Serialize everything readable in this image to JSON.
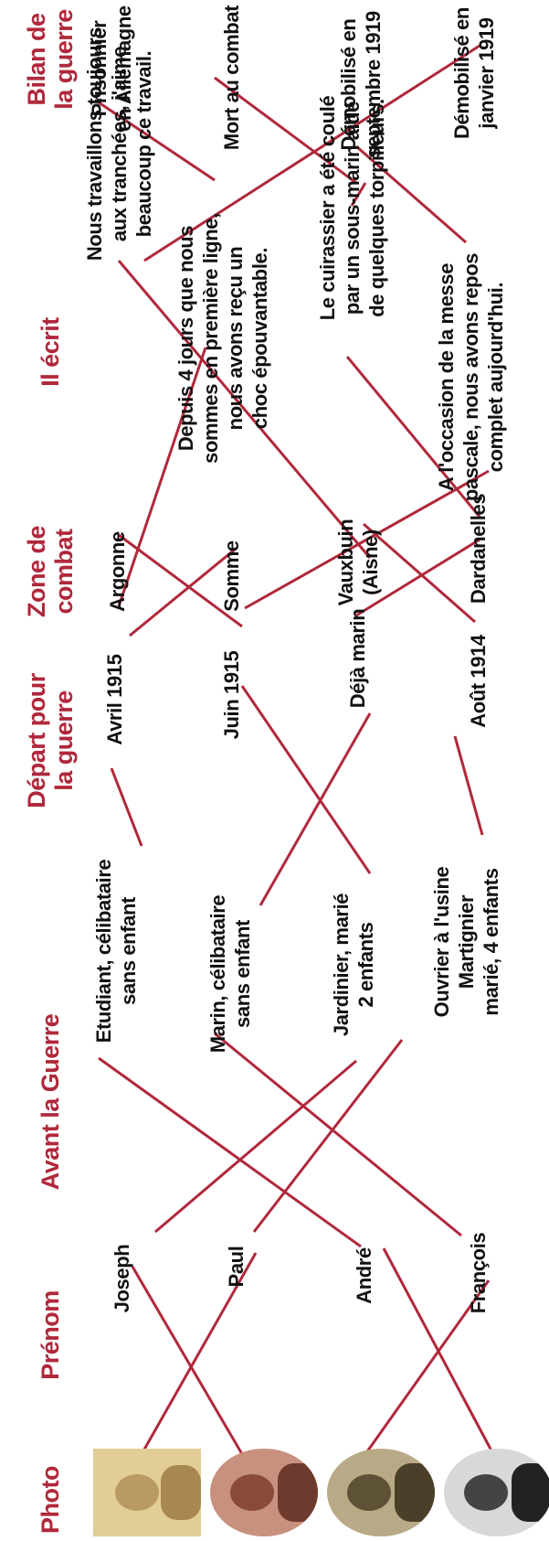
{
  "headers": {
    "photo": [
      "Photo"
    ],
    "prenom": [
      "Prénom"
    ],
    "avant": [
      "Avant la Guerre"
    ],
    "depart": [
      "Départ pour",
      "la guerre"
    ],
    "zone": [
      "Zone de",
      "combat"
    ],
    "ecrit": [
      "Il écrit"
    ],
    "bilan": [
      "Bilan de",
      "la guerre"
    ]
  },
  "photos": [
    {
      "name": "Joseph",
      "tone": "#d9c089"
    },
    {
      "name": "Paul",
      "tone": "#b07060"
    },
    {
      "name": "André",
      "tone": "#8a7a55"
    },
    {
      "name": "François",
      "tone": "#9a9a9a"
    }
  ],
  "prenom": [
    [
      "Joseph"
    ],
    [
      "Paul"
    ],
    [
      "André"
    ],
    [
      "François"
    ]
  ],
  "avant": [
    [
      "Etudiant, célibataire",
      "sans enfant"
    ],
    [
      "Marin, célibataire",
      "sans enfant"
    ],
    [
      "Jardinier, marié",
      "2 enfants"
    ],
    [
      "Ouvrier à l'usine",
      "Martignier",
      "marié, 4 enfants"
    ]
  ],
  "depart": [
    [
      "Avril 1915"
    ],
    [
      "Juin 1915"
    ],
    [
      "Déjà marin"
    ],
    [
      "Août 1914"
    ]
  ],
  "zone": [
    [
      "Argonne"
    ],
    [
      "Somme"
    ],
    [
      "Vauxbuin",
      "(Aisne)"
    ],
    [
      "Dardanelles"
    ]
  ],
  "ecrit": [
    [
      "Nous travaillons toujours",
      "aux tranchées, j'aime",
      "beaucoup ce travail."
    ],
    [
      "Depuis 4 jours que nous",
      "sommes en première ligne,",
      "nous avons reçu un",
      "choc épouvantable."
    ],
    [
      "Le cuirassier a été coulé",
      "par un sous-marin aidé",
      "de quelques torpilleurs."
    ],
    [
      "A l'occasion de la messe",
      "pascale, nous avons repos",
      "complet aujourd'hui."
    ]
  ],
  "bilan": [
    [
      "Prisonnier",
      "en Allemagne"
    ],
    [
      "Mort au combat"
    ],
    [
      "Démobilisé en",
      "septembre 1919"
    ],
    [
      "Démobilisé en",
      "janvier 1919"
    ]
  ],
  "colors": {
    "accent": "#b0283b",
    "text": "#111111"
  }
}
